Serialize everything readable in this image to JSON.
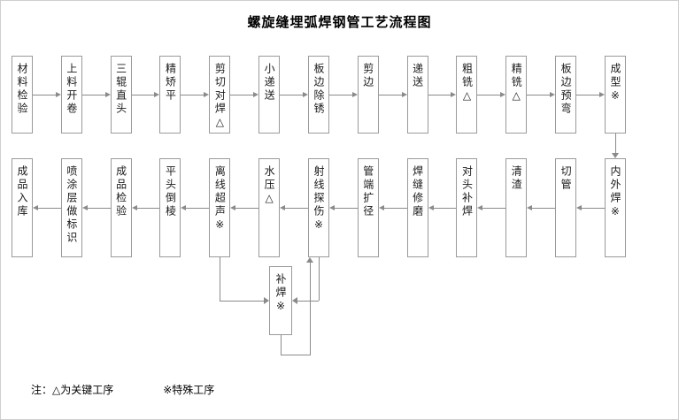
{
  "title": "螺旋缝埋弧焊钢管工艺流程图",
  "flow": {
    "row1": [
      "材料检验",
      "上料开卷",
      "三辊直头",
      "精矫平",
      "剪切对焊△",
      "小递送",
      "板边除锈",
      "剪边",
      "递送",
      "粗铣△",
      "精铣△",
      "板边预弯",
      "成型※"
    ],
    "row1_direction": "left-to-right",
    "row2": [
      "成品入库",
      "喷涂层做标识",
      "成品检验",
      "平头倒棱",
      "离线超声※",
      "水压△",
      "射线探伤※",
      "管端扩径",
      "焊缝修磨",
      "对头补焊",
      "清渣",
      "切管",
      "内外焊※"
    ],
    "row2_direction": "right-to-left",
    "repair": "补焊※"
  },
  "legend": {
    "prefix": "注：",
    "key": "△为关键工序",
    "special": "※特殊工序"
  },
  "colors": {
    "box_border": "#9a9a9a",
    "line": "#8a8a8a",
    "text": "#1a1a1a",
    "background": "#ffffff"
  }
}
